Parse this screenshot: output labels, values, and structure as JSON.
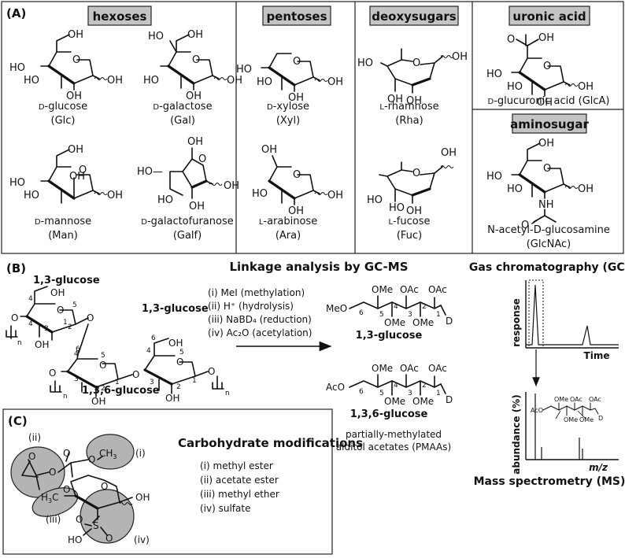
{
  "panelA": {
    "label": "(A)",
    "groups": {
      "hexoses": "hexoses",
      "pentoses": "pentoses",
      "deoxysugars": "deoxysugars",
      "uronic": "uronic acid",
      "amino": "aminosugar"
    },
    "sugars": {
      "glc": {
        "prefix": "D",
        "name": "-glucose",
        "abbr": "(Glc)"
      },
      "gal": {
        "prefix": "D",
        "name": "-galactose",
        "abbr": "(Gal)"
      },
      "man": {
        "prefix": "D",
        "name": "-mannose",
        "abbr": "(Man)"
      },
      "galf": {
        "prefix": "D",
        "name": "-galactofuranose",
        "abbr": "(Galf)"
      },
      "xyl": {
        "prefix": "D",
        "name": "-xylose",
        "abbr": "(Xyl)"
      },
      "ara": {
        "prefix": "L",
        "name": "-arabinose",
        "abbr": "(Ara)"
      },
      "rha": {
        "prefix": "L",
        "name": "-rhamnose",
        "abbr": "(Rha)"
      },
      "fuc": {
        "prefix": "L",
        "name": "-fucose",
        "abbr": "(Fuc)"
      },
      "glca": {
        "prefix": "D",
        "name": "-glucuronic acid (GlcA)",
        "abbr": ""
      },
      "glcnac": {
        "line1": "N-acetyl-D-glucosamine",
        "abbr": "(GlcNAc)"
      }
    },
    "atoms": {
      "oh": "OH",
      "ho": "HO",
      "o": "O",
      "nh": "NH",
      "oh_dash": "HO—"
    }
  },
  "panelB": {
    "label": "(B)",
    "title": "Linkage analysis by GC-MS",
    "residues": {
      "r1": "1,3-glucose",
      "r2": "1,3-glucose",
      "r3": "1,3,6-glucose"
    },
    "steps": [
      "(i) MeI (methylation)",
      "(ii) H⁺ (hydrolysis)",
      "(iii) NaBD₄ (reduction)",
      "(iv) Ac₂O (acetylation)"
    ],
    "pmaa1": {
      "name": "1,3-glucose",
      "start": "MeO"
    },
    "pmaa2": {
      "name": "1,3,6-glucose",
      "start": "AcO"
    },
    "pmaa_labels": {
      "ome": "OMe",
      "oac": "OAc",
      "d": "D"
    },
    "pmaa_caption": [
      "partially-methylated",
      "alditol acetates (PMAAs)"
    ],
    "gc": {
      "title": "Gas chromatography (GC)",
      "ylabel": "response",
      "xlabel": "Time"
    },
    "ms": {
      "title": "Mass spectrometry (MS)",
      "ylabel": "abundance (%)",
      "xlabel": "m/z"
    },
    "n": "n",
    "carbons": [
      "1",
      "2",
      "3",
      "4",
      "5",
      "6"
    ]
  },
  "panelC": {
    "label": "(C)",
    "title": "Carbohydrate modifications",
    "items": [
      "(i) methyl ester",
      "(ii) acetate ester",
      "(iii) methyl ether",
      "(iv) sulfate"
    ],
    "markers": [
      "(i)",
      "(ii)",
      "(iii)",
      "(iv)"
    ]
  }
}
